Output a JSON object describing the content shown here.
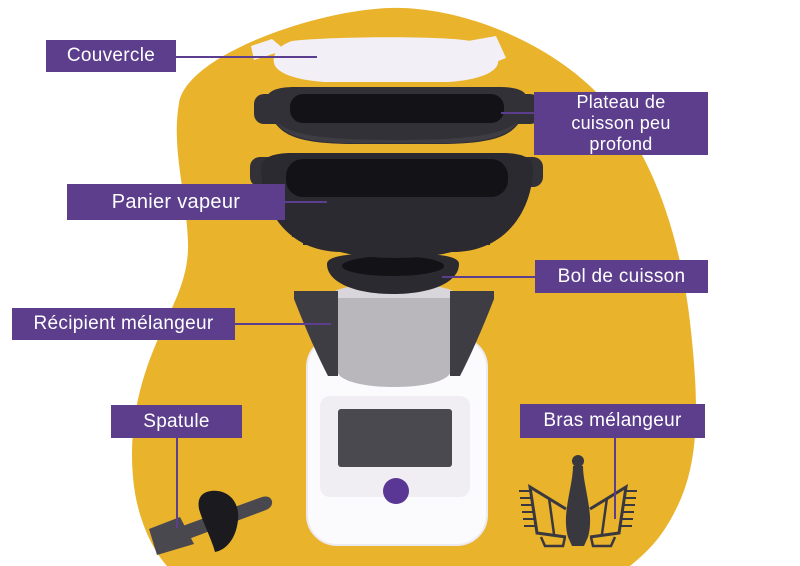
{
  "diagram_title": "Exploded parts diagram of a multifunction food processor",
  "labels": {
    "couvercle": {
      "text": "Couvercle"
    },
    "plateau": {
      "lines": [
        "Plateau de",
        "cuisson peu",
        "profond"
      ]
    },
    "panier": {
      "text": "Panier vapeur"
    },
    "bol": {
      "text": "Bol de cuisson"
    },
    "recipient": {
      "text": "Récipient mélangeur"
    },
    "spatule": {
      "text": "Spatule"
    },
    "bras": {
      "text": "Bras mélangeur"
    }
  },
  "colors": {
    "page_bg": "#ffffff",
    "blob_yellow": "#e9b32c",
    "label_purple": "#5c3e8d",
    "line_purple": "#5b3e8d",
    "part_dark": "#2b2a31",
    "part_darker": "#131217",
    "part_mid": "#3f3d44",
    "tray_body": "#333138",
    "lid_white": "#f2eff7",
    "bowl_gray": "#b9b7bc",
    "bowl_rim": "#d8d6db",
    "machine_white": "#fbfafc",
    "panel_gray": "#f0eef3",
    "screen_dark": "#4b4950",
    "button_purple": "#5a3795",
    "tool_gray": "#4a484f",
    "tool_dark": "#1b1a1f",
    "whisk_gray": "#3a383f"
  }
}
